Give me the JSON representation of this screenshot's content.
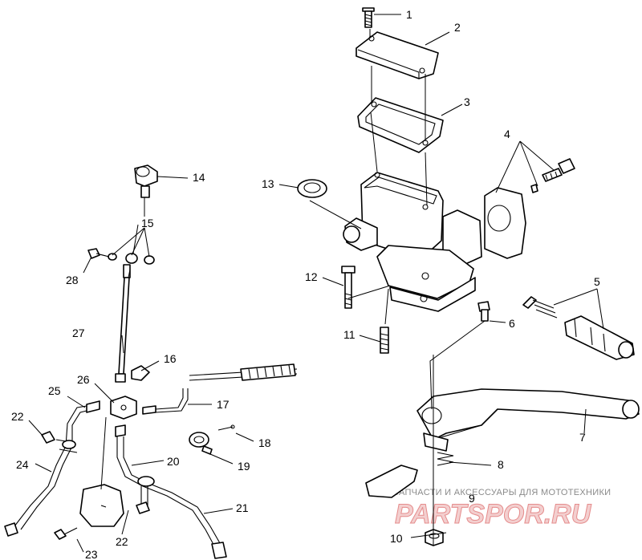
{
  "diagram": {
    "callouts": [
      "1",
      "2",
      "3",
      "4",
      "5",
      "6",
      "7",
      "8",
      "9",
      "10",
      "11",
      "12",
      "13",
      "14",
      "15",
      "16",
      "17",
      "18",
      "19",
      "20",
      "21",
      "22",
      "22",
      "23",
      "24",
      "25",
      "26",
      "27",
      "28"
    ],
    "watermark": {
      "caption": "ЗАПЧАСТИ И АКСЕССУАРЫ ДЛЯ МОТОТЕХНИКИ",
      "logo": "PARTSPOR.RU"
    }
  }
}
